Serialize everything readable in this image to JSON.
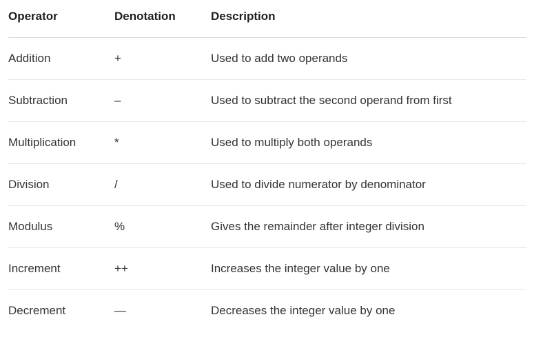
{
  "table": {
    "headers": [
      "Operator",
      "Denotation",
      "Description"
    ],
    "rows": [
      {
        "operator": "Addition",
        "denotation": "+",
        "description": "Used to add two operands"
      },
      {
        "operator": "Subtraction",
        "denotation": "–",
        "description": "Used to subtract the second operand from first"
      },
      {
        "operator": "Multiplication",
        "denotation": "*",
        "description": "Used to multiply both operands"
      },
      {
        "operator": "Division",
        "denotation": "/",
        "description": "Used to divide numerator by denominator"
      },
      {
        "operator": "Modulus",
        "denotation": "%",
        "description": "Gives the remainder after integer division"
      },
      {
        "operator": "Increment",
        "denotation": "++",
        "description": "Increases the integer value by one"
      },
      {
        "operator": "Decrement",
        "denotation": "—",
        "description": "Decreases the integer value by one"
      }
    ]
  }
}
